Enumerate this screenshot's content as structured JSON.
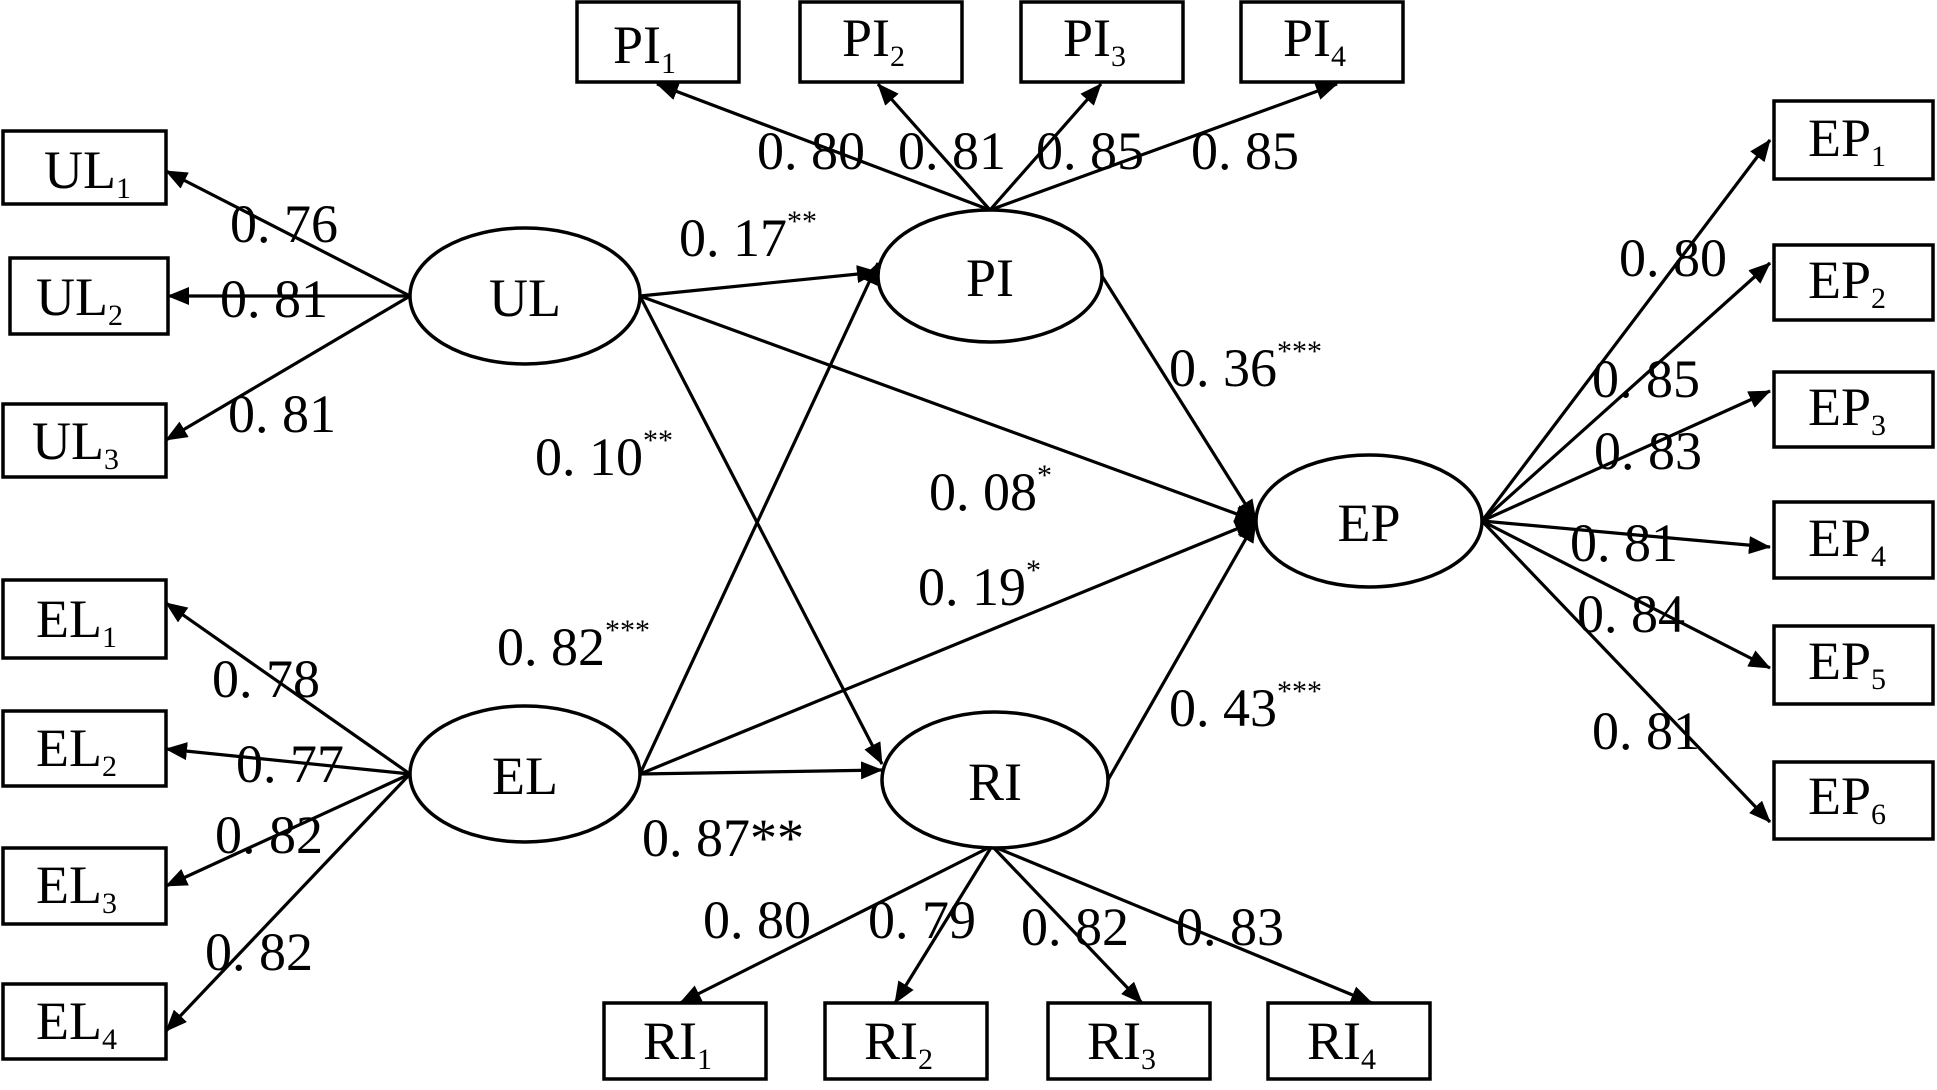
{
  "colors": {
    "stroke": "#000000",
    "background": "#ffffff"
  },
  "latent": {
    "UL": "UL",
    "EL": "EL",
    "PI": "PI",
    "RI": "RI",
    "EP": "EP"
  },
  "indicators": {
    "UL1": {
      "main": "UL",
      "sub": "1"
    },
    "UL2": {
      "main": "UL",
      "sub": "2"
    },
    "UL3": {
      "main": "UL",
      "sub": "3"
    },
    "EL1": {
      "main": "EL",
      "sub": "1"
    },
    "EL2": {
      "main": "EL",
      "sub": "2"
    },
    "EL3": {
      "main": "EL",
      "sub": "3"
    },
    "EL4": {
      "main": "EL",
      "sub": "4"
    },
    "PI1": {
      "main": "PI",
      "sub": "1"
    },
    "PI2": {
      "main": "PI",
      "sub": "2"
    },
    "PI3": {
      "main": "PI",
      "sub": "3"
    },
    "PI4": {
      "main": "PI",
      "sub": "4"
    },
    "RI1": {
      "main": "RI",
      "sub": "1"
    },
    "RI2": {
      "main": "RI",
      "sub": "2"
    },
    "RI3": {
      "main": "RI",
      "sub": "3"
    },
    "RI4": {
      "main": "RI",
      "sub": "4"
    },
    "EP1": {
      "main": "EP",
      "sub": "1"
    },
    "EP2": {
      "main": "EP",
      "sub": "2"
    },
    "EP3": {
      "main": "EP",
      "sub": "3"
    },
    "EP4": {
      "main": "EP",
      "sub": "4"
    },
    "EP5": {
      "main": "EP",
      "sub": "5"
    },
    "EP6": {
      "main": "EP",
      "sub": "6"
    }
  },
  "loadings": {
    "UL1": "0. 76",
    "UL2": "0. 81",
    "UL3": "0. 81",
    "EL1": "0. 78",
    "EL2": "0. 77",
    "EL3": "0. 82",
    "EL4": "0. 82",
    "PI1": "0. 80",
    "PI2": "0. 81",
    "PI3": "0. 85",
    "PI4": "0. 85",
    "RI1": "0. 80",
    "RI2": "0. 79",
    "RI3": "0. 82",
    "RI4": "0. 83",
    "EP1": "0. 80",
    "EP2": "0. 85",
    "EP3": "0. 83",
    "EP4": "0. 81",
    "EP5": "0. 84",
    "EP6": "0. 81"
  },
  "paths": {
    "UL_PI": {
      "coef": "0. 17",
      "sig": "**"
    },
    "UL_RI": {
      "coef": "0. 10",
      "sig": "**"
    },
    "UL_EP": {
      "coef": "0. 08",
      "sig": "*"
    },
    "EL_EP": {
      "coef": "0. 19",
      "sig": "*"
    },
    "EL_PI": {
      "coef": "0. 82",
      "sig": "***"
    },
    "EL_RI": {
      "coef": "0. 87",
      "sig": "**"
    },
    "PI_EP": {
      "coef": "0. 36",
      "sig": "***"
    },
    "RI_EP": {
      "coef": "0. 43",
      "sig": "***"
    }
  }
}
